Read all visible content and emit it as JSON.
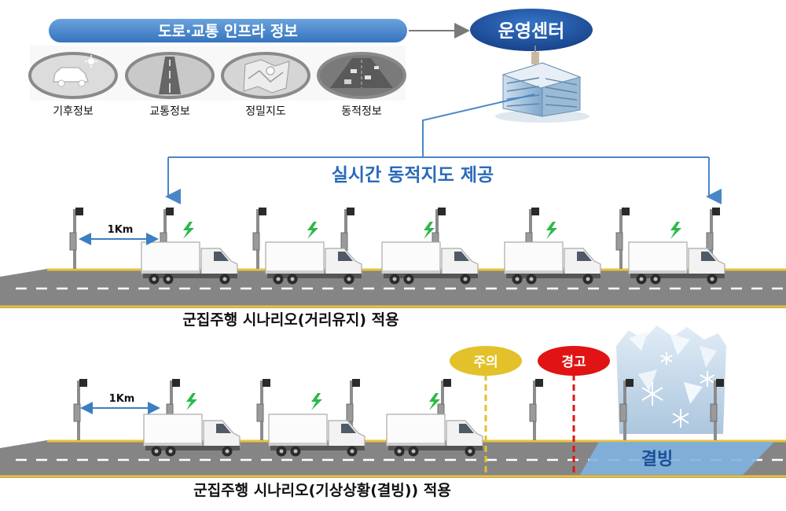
{
  "infra_bar": {
    "label": "도로·교통 인프라 정보"
  },
  "ops_center": {
    "label": "운영센터"
  },
  "info_types": [
    {
      "label": "기후정보",
      "icon": "car-weather-icon"
    },
    {
      "label": "교통정보",
      "icon": "road-lanes-icon"
    },
    {
      "label": "정밀지도",
      "icon": "precision-map-icon"
    },
    {
      "label": "동적정보",
      "icon": "dynamic-traffic-icon"
    }
  ],
  "realtime_map": {
    "label": "실시간 동적지도 제공"
  },
  "scenario_distance": {
    "spacing_label": "1Km",
    "caption": "군집주행 시나리오(거리유지) 적용",
    "truck_count": 5
  },
  "scenario_weather": {
    "spacing_label": "1Km",
    "caption": "군집주행 시나리오(기상상황(결빙)) 적용",
    "truck_count": 3,
    "caution_label": "주의",
    "warning_label": "경고",
    "ice_label": "결빙"
  },
  "colors": {
    "bar_blue": "#3f7fc8",
    "ops_navy": "#1c4f9c",
    "title_blue": "#2a6ab8",
    "road_gray": "#858585",
    "road_edge": "#e8c23a",
    "caution": "#e2c12a",
    "warning": "#e01414",
    "ice": "#7fb2e0",
    "bolt": "#2db84a"
  }
}
